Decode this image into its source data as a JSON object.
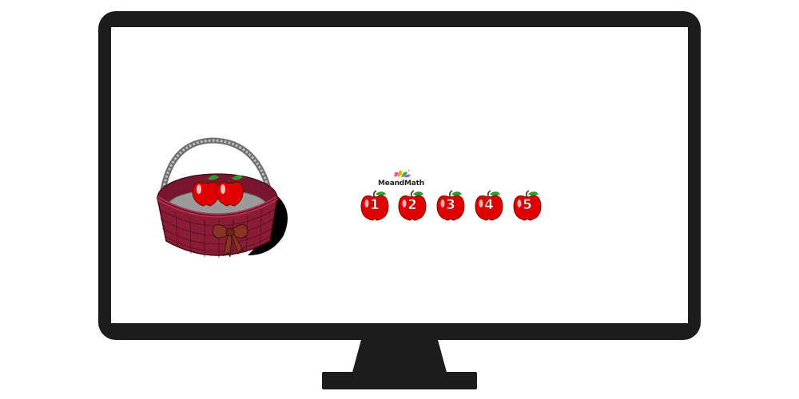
{
  "logo": {
    "name": "MeandMath",
    "tagline": "· · · · · · ·"
  },
  "basket": {
    "apple_count": 2
  },
  "choices": [
    {
      "label": "1"
    },
    {
      "label": "2"
    },
    {
      "label": "3"
    },
    {
      "label": "4"
    },
    {
      "label": "5"
    }
  ],
  "colors": {
    "monitor_frame": "#1c1c1c",
    "basket": "#8b1c36",
    "apple": "#e00000",
    "leaf": "#2f9a2f"
  }
}
